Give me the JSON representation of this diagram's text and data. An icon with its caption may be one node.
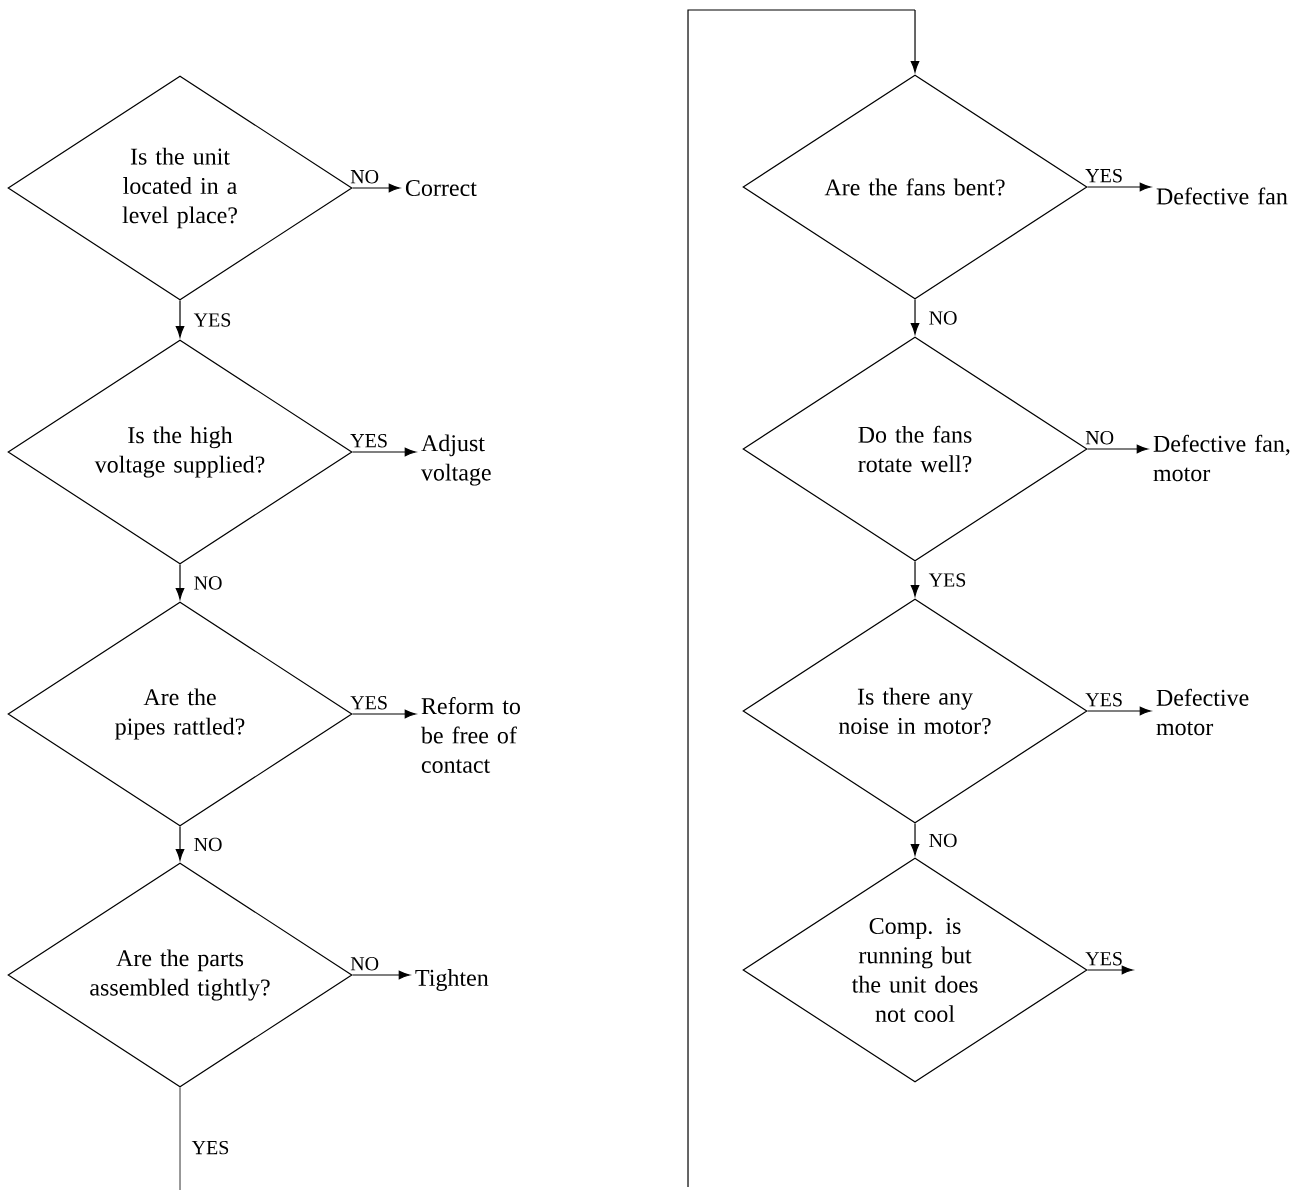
{
  "diagram": {
    "nodes": [
      {
        "text": [
          "Is the unit located in a level place?"
        ]
      },
      {
        "text": [
          "Correct"
        ]
      },
      {
        "text": [
          "Is the high voltage supplied?"
        ]
      },
      {
        "text": [
          "Adjust voltage"
        ]
      },
      {
        "text": [
          "Are the pipes rattled?"
        ]
      },
      {
        "text": [
          "Reform to be free of contact"
        ]
      },
      {
        "text": [
          "Are the parts assembled tightly?"
        ]
      },
      {
        "text": [
          "Tighten"
        ]
      },
      {
        "text": [
          "Are the fans bent?"
        ]
      },
      {
        "text": [
          "Defective fan"
        ]
      },
      {
        "text": [
          "Do the fans rotate well?"
        ]
      },
      {
        "text": [
          "Defective fan, motor"
        ]
      },
      {
        "text": [
          "Is there any noise in motor?"
        ]
      },
      {
        "text": [
          "Defective motor"
        ]
      },
      {
        "text": [
          "Comp. is running but the unit does not cool"
        ]
      }
    ],
    "edges": [
      {
        "from": 0,
        "to": 1,
        "arrow": "to",
        "label": "NO"
      },
      {
        "from": 0,
        "to": 2,
        "arrow": "to",
        "label": "YES"
      },
      {
        "from": 2,
        "to": 3,
        "arrow": "to",
        "label": "YES"
      },
      {
        "from": 2,
        "to": 4,
        "arrow": "to",
        "label": "NO"
      },
      {
        "from": 4,
        "to": 5,
        "arrow": "to",
        "label": "YES"
      },
      {
        "from": 4,
        "to": 6,
        "arrow": "to",
        "label": "NO"
      },
      {
        "from": 6,
        "to": 7,
        "arrow": "to",
        "label": "NO"
      },
      {
        "from": 6,
        "to": null,
        "arrow": "none",
        "label": "YES"
      },
      {
        "from": null,
        "to": 8,
        "arrow": "to"
      },
      {
        "from": 8,
        "to": 9,
        "arrow": "to",
        "label": "YES"
      },
      {
        "from": 8,
        "to": 10,
        "arrow": "to",
        "label": "NO"
      },
      {
        "from": 10,
        "to": 11,
        "arrow": "to",
        "label": "NO"
      },
      {
        "from": 10,
        "to": 12,
        "arrow": "to",
        "label": "YES"
      },
      {
        "from": 12,
        "to": 13,
        "arrow": "to",
        "label": "YES"
      },
      {
        "from": 12,
        "to": 14,
        "arrow": "to",
        "label": "NO"
      },
      {
        "from": 14,
        "to": null,
        "arrow": "to",
        "label": "YES"
      }
    ]
  }
}
